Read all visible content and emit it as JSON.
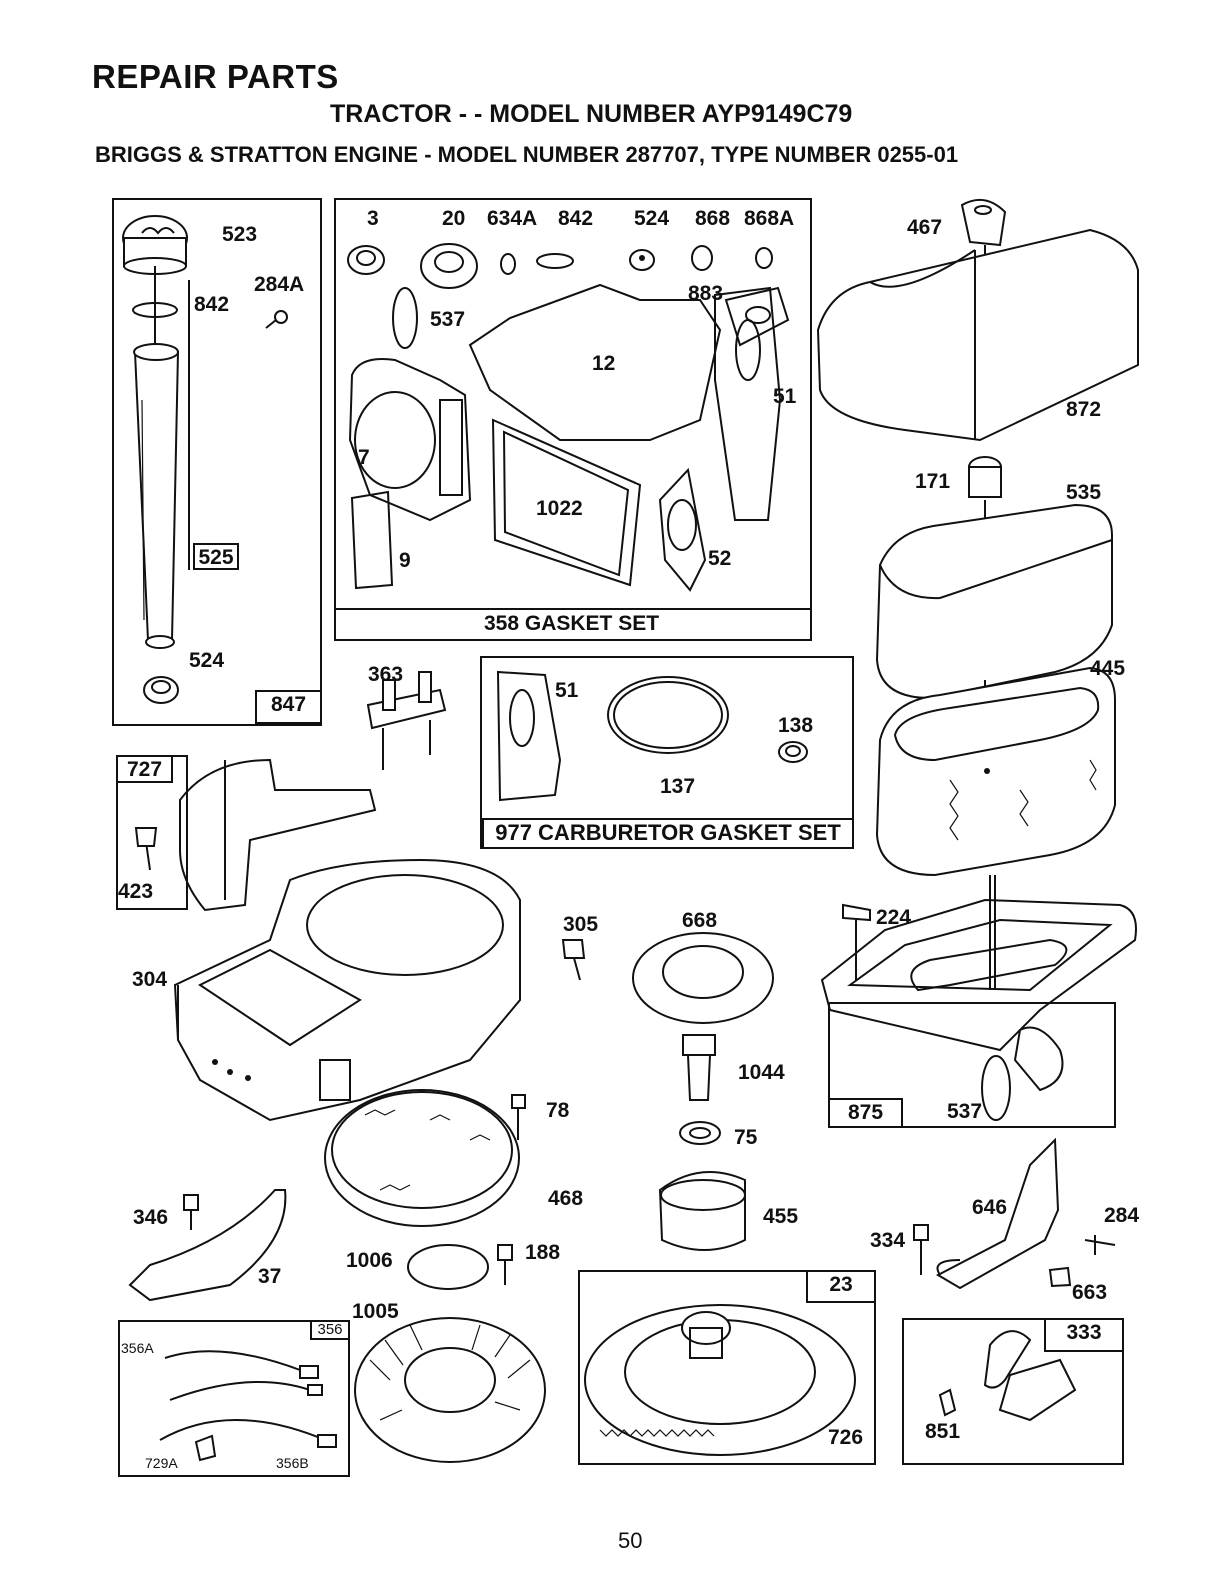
{
  "header": {
    "title": "REPAIR PARTS",
    "subtitle": "TRACTOR - - MODEL NUMBER AYP9149C79",
    "engine": "BRIGGS & STRATTON ENGINE - MODEL NUMBER 287707, TYPE NUMBER 0255-01"
  },
  "boxes": {
    "gasket_set": "358 GASKET SET",
    "carb_gasket_set": "977 CARBURETOR GASKET SET",
    "b847": "847",
    "b525": "525",
    "b727": "727",
    "b875": "875",
    "b23": "23",
    "b333": "333",
    "b356": "356"
  },
  "part_labels": {
    "p523": "523",
    "p284A": "284A",
    "p842a": "842",
    "p524a": "524",
    "p3": "3",
    "p20": "20",
    "p634A": "634A",
    "p842b": "842",
    "p524b": "524",
    "p868": "868",
    "p868A": "868A",
    "p537a": "537",
    "p883": "883",
    "p12": "12",
    "p51a": "51",
    "p7": "7",
    "p1022": "1022",
    "p9": "9",
    "p52": "52",
    "p467": "467",
    "p872": "872",
    "p171": "171",
    "p535": "535",
    "p445": "445",
    "p363": "363",
    "p51b": "51",
    "p138": "138",
    "p137": "137",
    "p423": "423",
    "p304": "304",
    "p305": "305",
    "p668": "668",
    "p224": "224",
    "p1044": "1044",
    "p78": "78",
    "p75": "75",
    "p537b": "537",
    "p468": "468",
    "p455": "455",
    "p646": "646",
    "p284": "284",
    "p346": "346",
    "p37": "37",
    "p1006": "1006",
    "p188": "188",
    "p334": "334",
    "p663": "663",
    "p1005": "1005",
    "p356A": "356A",
    "p729A": "729A",
    "p356B": "356B",
    "p726": "726",
    "p851": "851"
  },
  "page_number": "50"
}
